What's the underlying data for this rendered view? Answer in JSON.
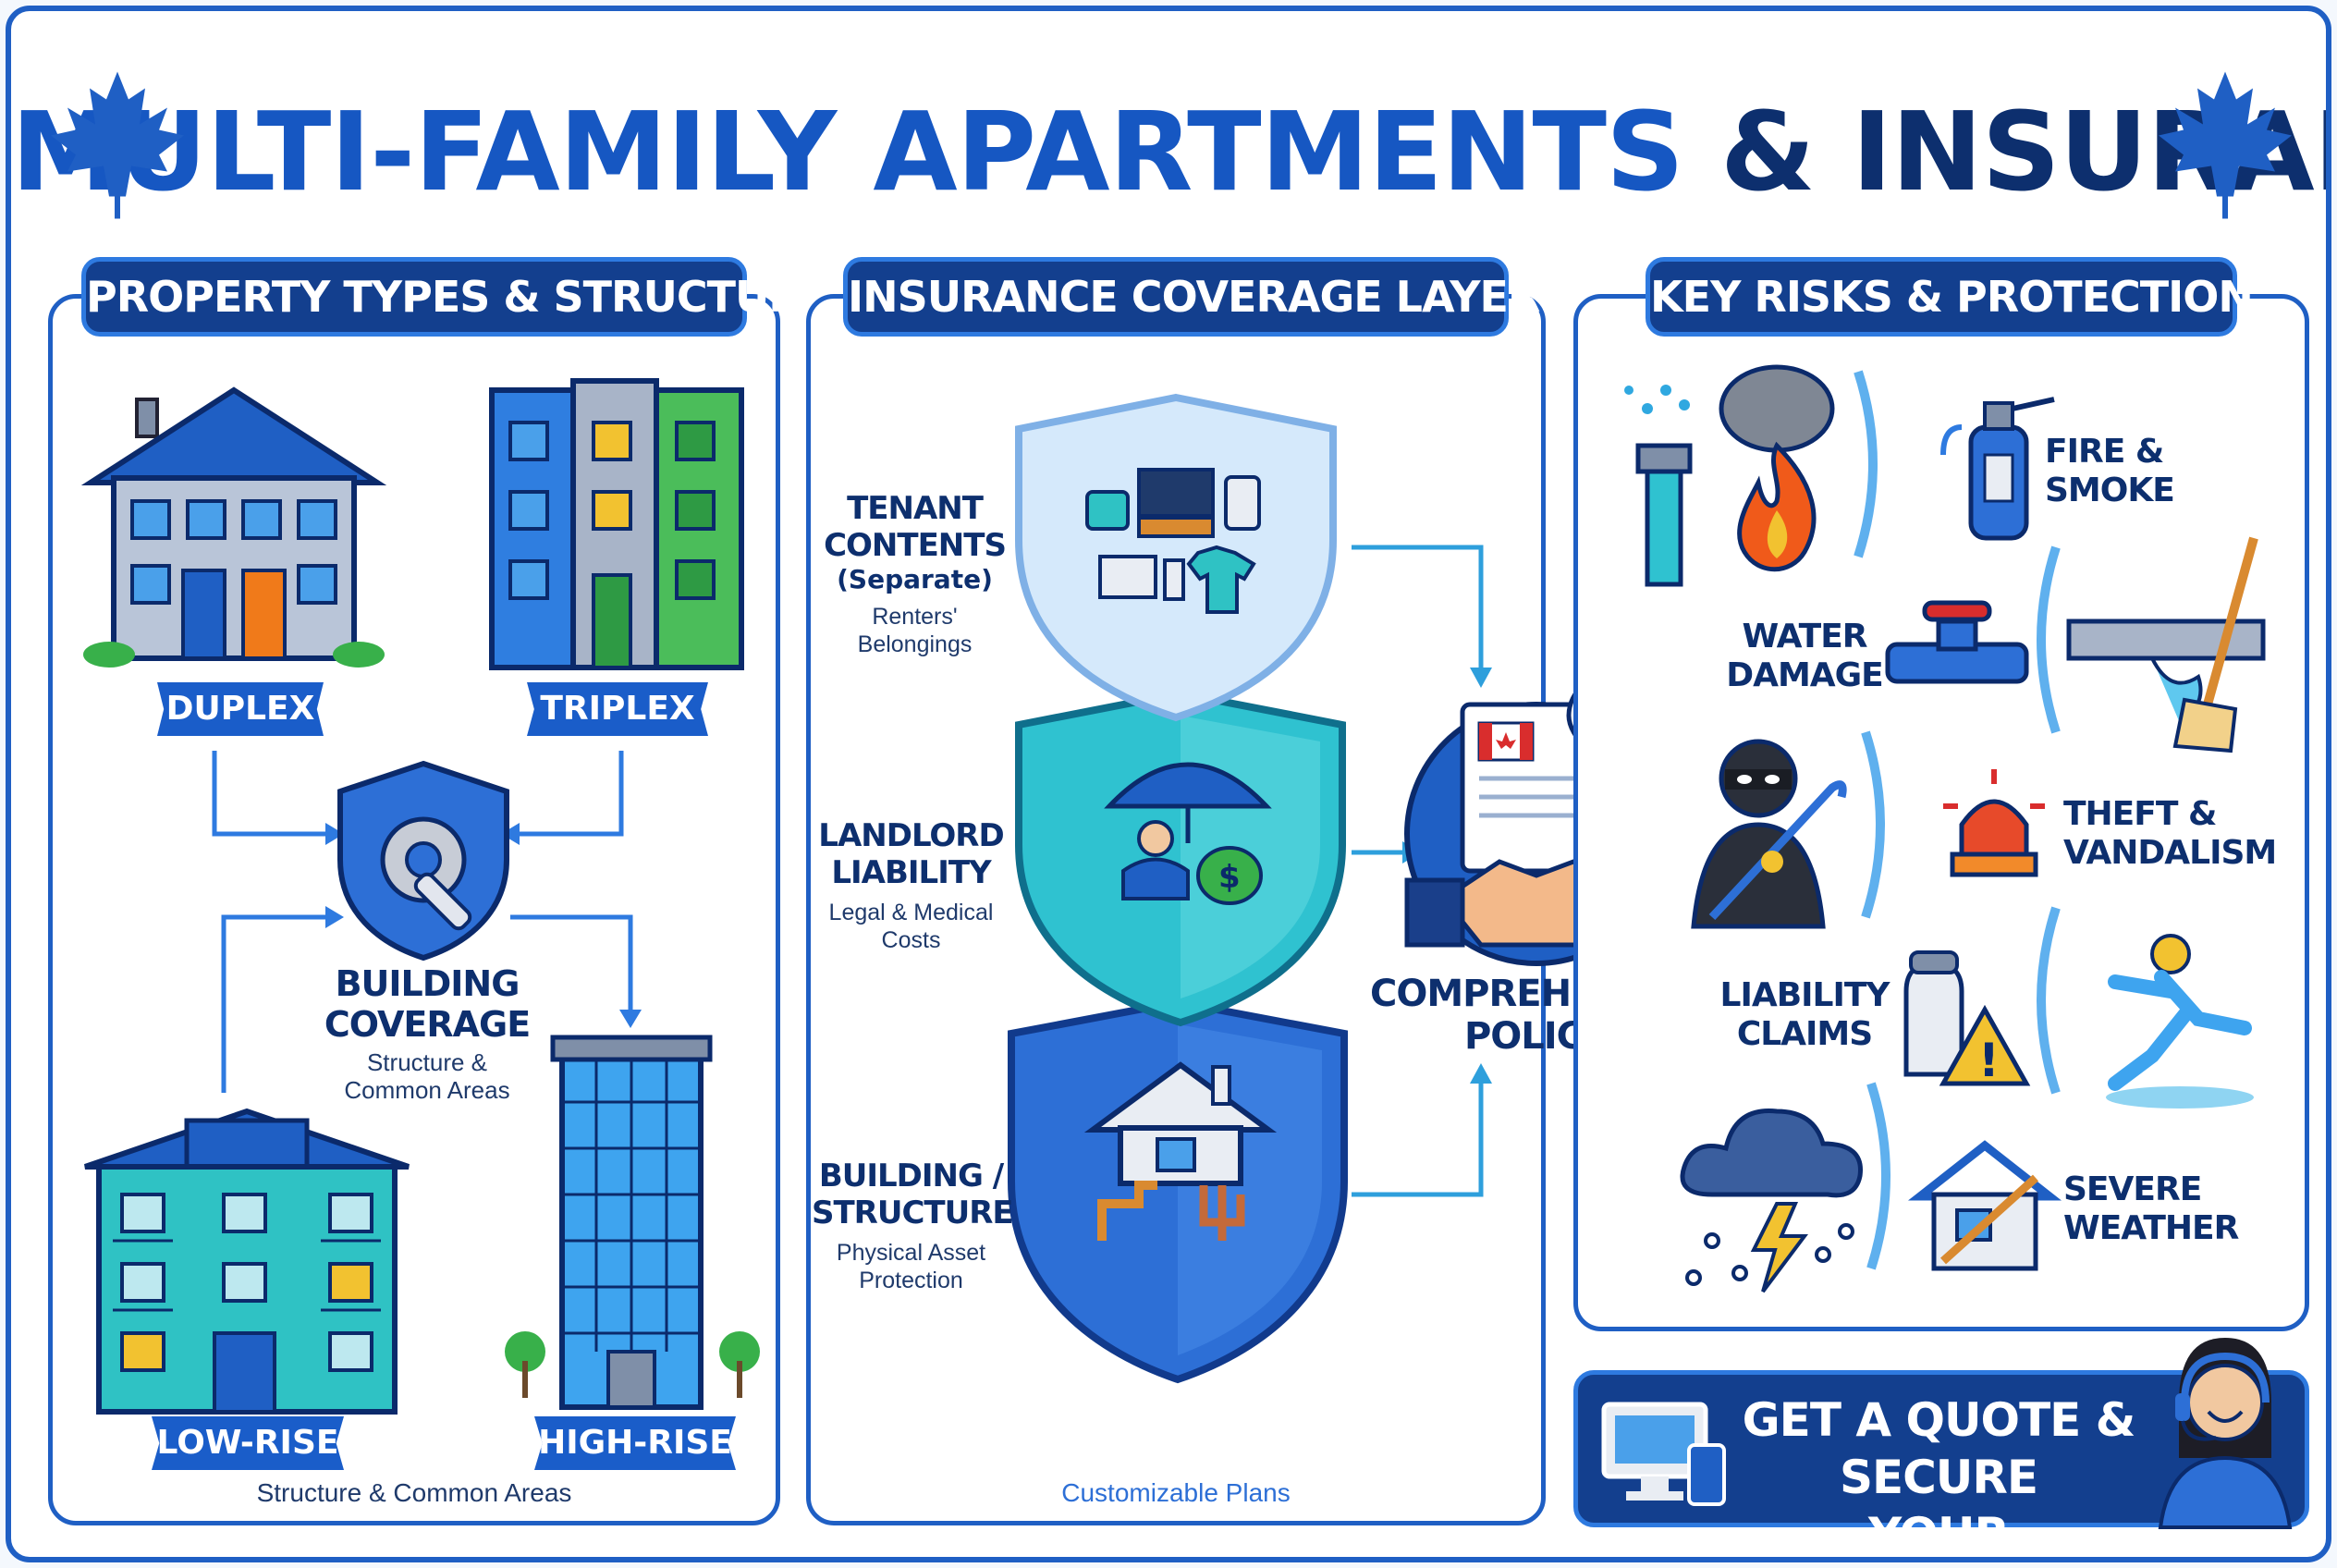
{
  "title": {
    "main": "MULTI-FAMILY APARTMENTS",
    "amp": "& INSURANCE"
  },
  "colors": {
    "primary": "#1657c2",
    "navy": "#133f8e",
    "teal": "#2fc2d0",
    "shield_light": "#cfe6fb",
    "shield_dark": "#2d6fd6"
  },
  "property_panel": {
    "header": "PROPERTY TYPES & STRUCTURES",
    "types": [
      "DUPLEX",
      "TRIPLEX",
      "LOW-RISE",
      "HIGH-RISE"
    ],
    "center": {
      "title": "BUILDING\nCOVERAGE",
      "subtitle": "Structure &\nCommon Areas",
      "icon": "gear-wrench-shield-icon"
    },
    "footer": "Structure & Common Areas"
  },
  "coverage_panel": {
    "header": "INSURANCE COVERAGE LAYERS",
    "layers": [
      {
        "title": "TENANT\nCONTENTS",
        "qualifier": "(Separate)",
        "subtitle": "Renters'\nBelongings",
        "icon": "furniture-electronics-icon"
      },
      {
        "title": "LANDLORD\nLIABILITY",
        "qualifier": "",
        "subtitle": "Legal & Medical\nCosts",
        "icon": "umbrella-person-money-icon"
      },
      {
        "title": "BUILDING /\nSTRUCTURE",
        "qualifier": "",
        "subtitle": "Physical Asset\nProtection",
        "icon": "house-pipes-icon"
      }
    ],
    "policy": {
      "title": "COMPREHENSIVE\nPOLICY",
      "icon": "handshake-canada-document-icon"
    },
    "footer": "Customizable Plans"
  },
  "risks_panel": {
    "header": "KEY RISKS & PROTECTION",
    "risks": [
      {
        "label": "FIRE &\nSMOKE",
        "icon": "fire-extinguisher-icon"
      },
      {
        "label": "WATER\nDAMAGE",
        "icon": "pipe-leak-mop-icon"
      },
      {
        "label": "THEFT &\nVANDALISM",
        "icon": "burglar-alarm-icon"
      },
      {
        "label": "LIABILITY\nCLAIMS",
        "icon": "slip-fall-warning-icon"
      },
      {
        "label": "SEVERE\nWEATHER",
        "icon": "storm-cloud-house-icon"
      }
    ]
  },
  "cta": {
    "text": "GET A QUOTE & SECURE\nYOUR INVESTMENT",
    "icon": "computer-phone-agent-icon"
  }
}
